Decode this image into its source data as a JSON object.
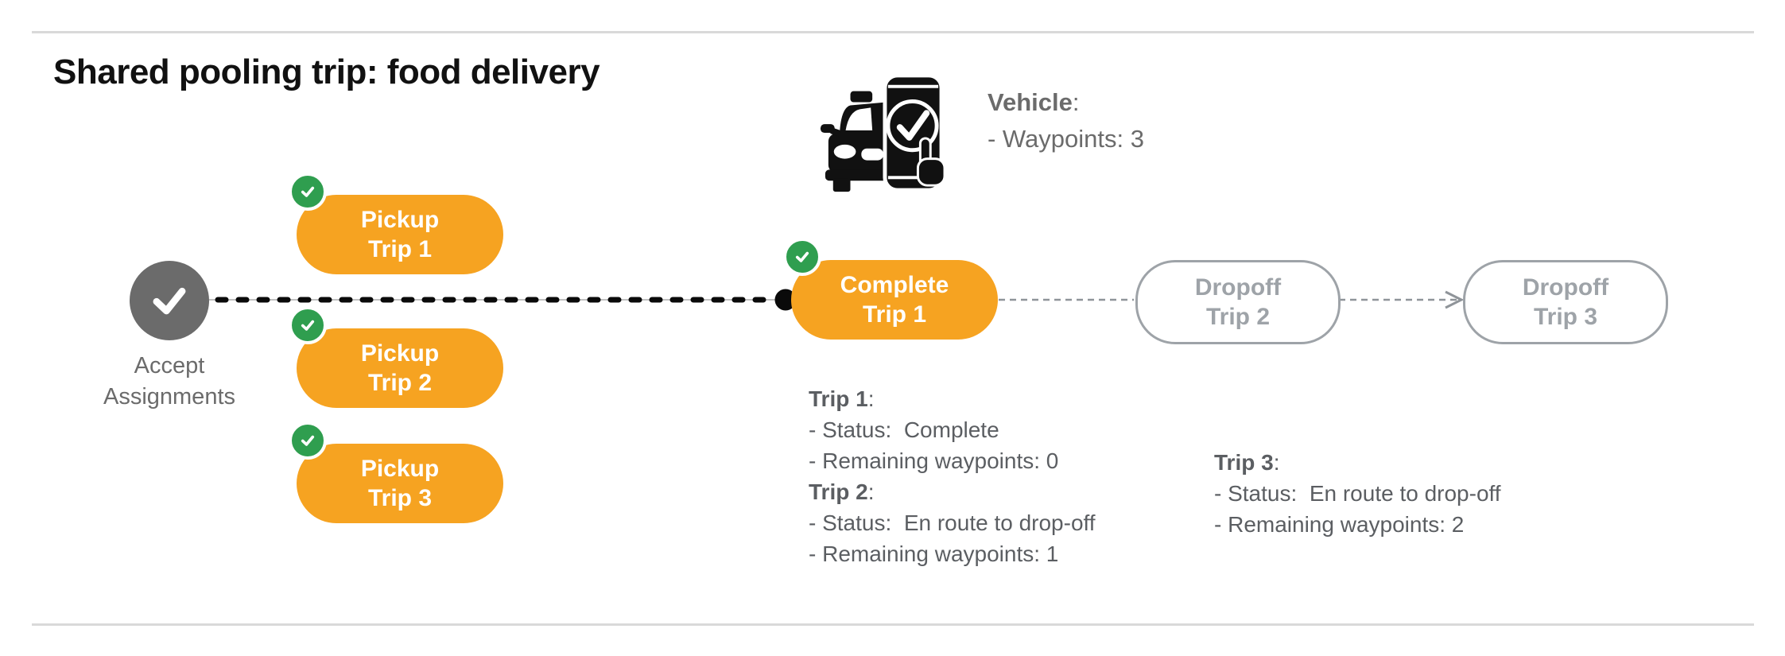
{
  "title": "Shared pooling trip: food delivery",
  "punct": ":",
  "colors": {
    "orange": "#F6A321",
    "green": "#2F9E4F",
    "node-gray": "#6B6B6B",
    "text-gray": "#6B6B6B",
    "status-text": "#5B5E62",
    "muted": "#9EA3A8",
    "dash-black": "#0A0A0A",
    "line-gray": "#C0C0C0",
    "connector-gray": "#8F9499",
    "divider": "#D9D9D9",
    "title": "#111111",
    "icon-black": "#111111"
  },
  "icons": {
    "vehicle": "car-phone-check-icon",
    "start": "check-icon",
    "badge": "check-icon"
  },
  "vehicle": {
    "label": "Vehicle",
    "waypoints": "- Waypoints: 3"
  },
  "flow": {
    "start": {
      "line1": "Accept",
      "line2": "Assignments"
    },
    "pickups": [
      {
        "line1": "Pickup",
        "line2": "Trip 1"
      },
      {
        "line1": "Pickup",
        "line2": "Trip 2"
      },
      {
        "line1": "Pickup",
        "line2": "Trip 3"
      }
    ],
    "complete": {
      "line1": "Complete",
      "line2": "Trip 1"
    },
    "dropoffs": [
      {
        "line1": "Dropoff",
        "line2": "Trip 2"
      },
      {
        "line1": "Dropoff",
        "line2": "Trip 3"
      }
    ]
  },
  "trip_status": {
    "left": [
      {
        "name": "Trip 1",
        "lines": [
          "- Status:  Complete",
          "- Remaining waypoints: 0"
        ]
      },
      {
        "name": "Trip 2",
        "lines": [
          "- Status:  En route to drop-off",
          "- Remaining waypoints: 1"
        ]
      }
    ],
    "right": [
      {
        "name": "Trip 3",
        "lines": [
          "- Status:  En route to drop-off",
          "- Remaining waypoints: 2"
        ]
      }
    ]
  }
}
